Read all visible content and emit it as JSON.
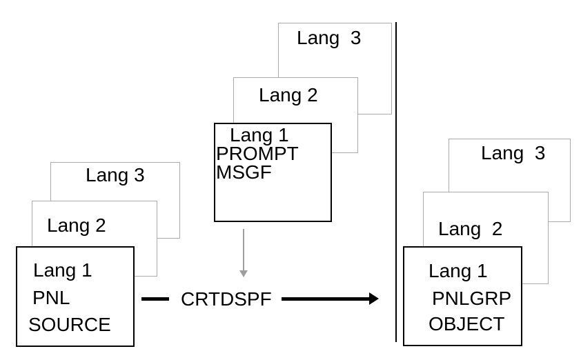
{
  "diagram": {
    "description": "Multilingual display file compilation flow",
    "stacks": {
      "source": {
        "lang3": "Lang 3",
        "lang2": "Lang 2",
        "front": [
          "Lang 1",
          "PNL",
          "SOURCE"
        ]
      },
      "prompt": {
        "lang3": "Lang  3",
        "lang2": "Lang 2",
        "front": [
          "Lang 1",
          "PROMPT",
          "MSGF"
        ]
      },
      "object": {
        "lang3": "Lang  3",
        "lang2": "Lang  2",
        "front": [
          "Lang 1",
          "PNLGRP",
          "OBJECT"
        ]
      }
    },
    "command_label": "CRTDSPF",
    "colors": {
      "background": "#ffffff",
      "front_box_border": "#000000",
      "back_box_border": "#ababab",
      "flow_arrow": "#000000",
      "input_arrow": "#9e9e9e",
      "divider": "#000000",
      "text": "#000000"
    }
  }
}
